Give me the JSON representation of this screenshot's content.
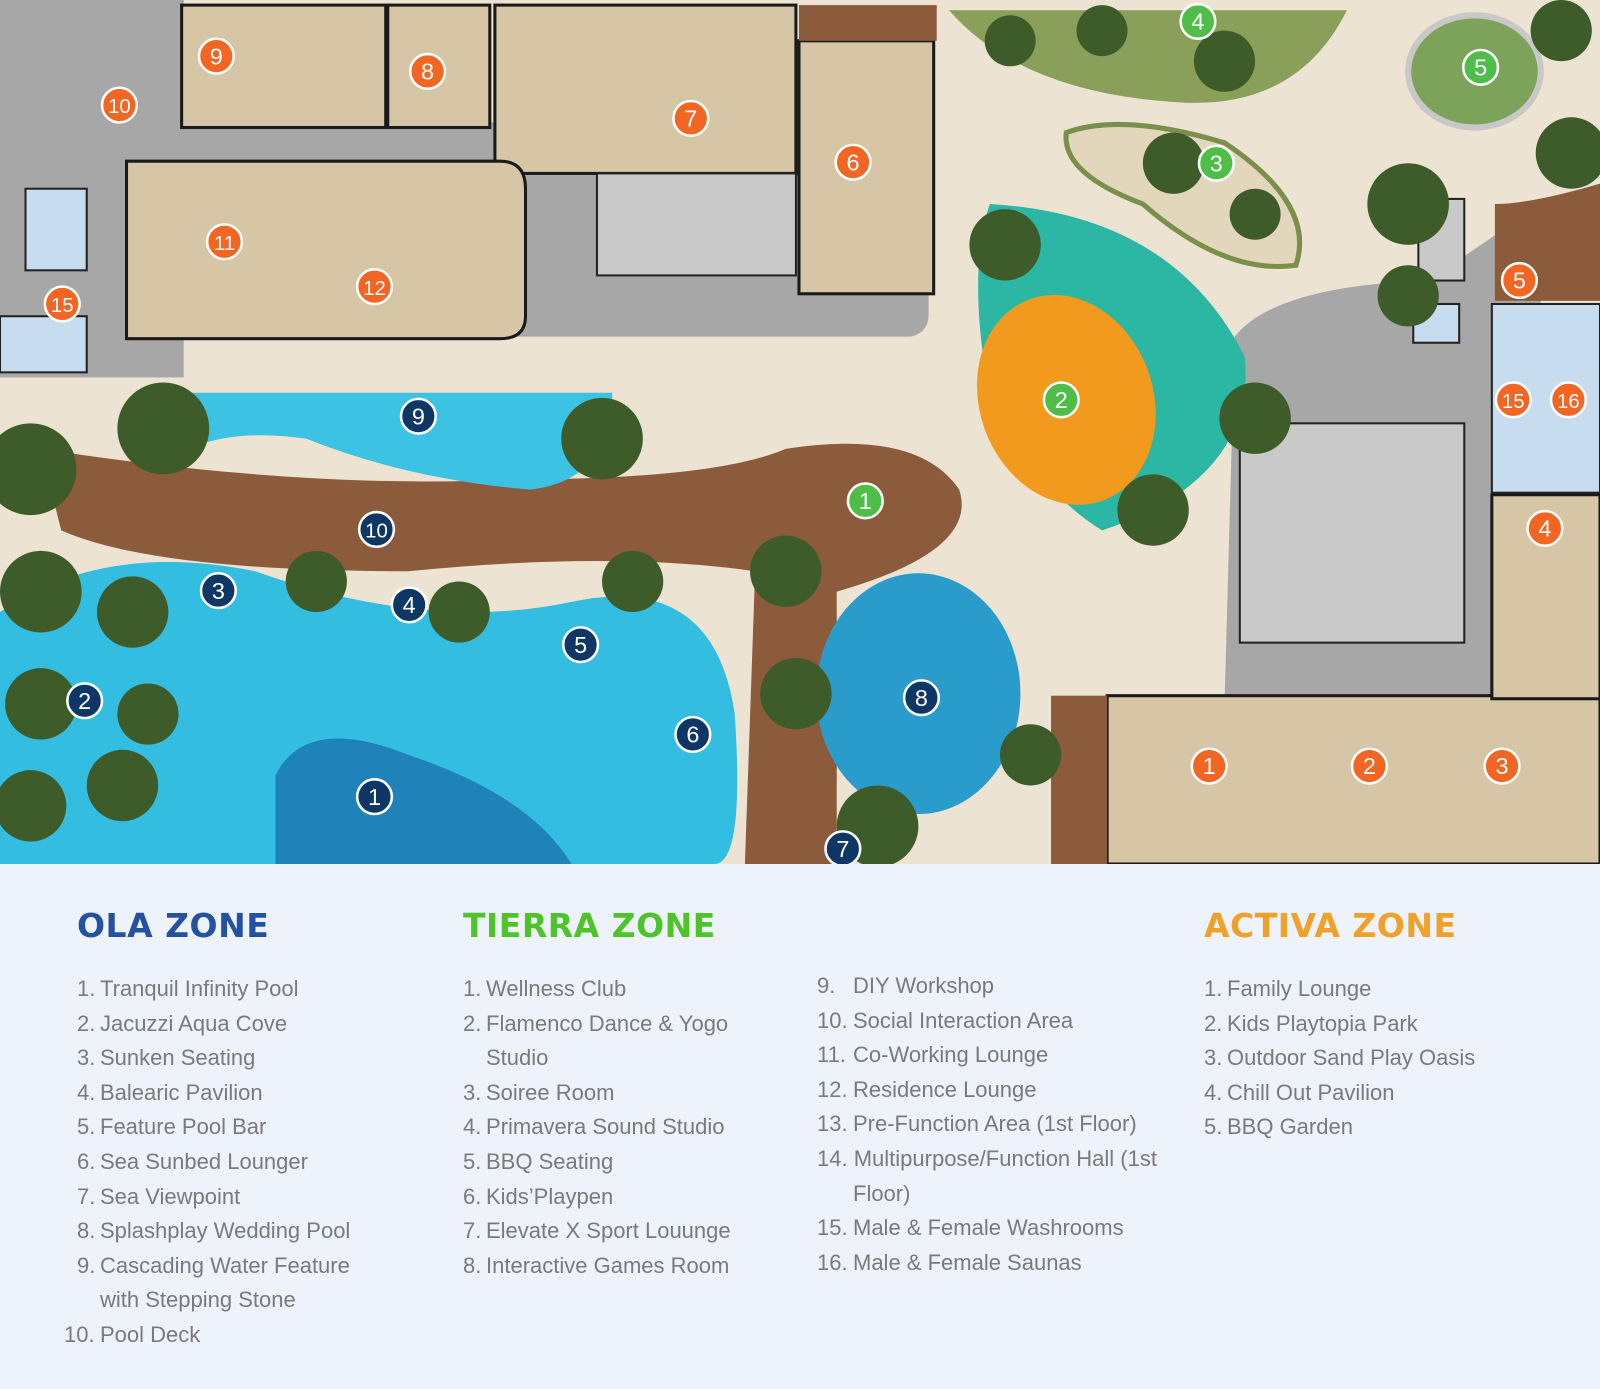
{
  "colors": {
    "ola": "#2451a0",
    "tierra": "#4fc32a",
    "activa": "#f0a12a",
    "marker_orange": "#f26522",
    "marker_green": "#4fbe48",
    "marker_navy": "#0f3766"
  },
  "map": {
    "markers": [
      {
        "group": "orange",
        "label": "9"
      },
      {
        "group": "orange",
        "label": "8"
      },
      {
        "group": "orange",
        "label": "7"
      },
      {
        "group": "orange",
        "label": "6"
      },
      {
        "group": "orange",
        "label": "10"
      },
      {
        "group": "orange",
        "label": "11"
      },
      {
        "group": "orange",
        "label": "12"
      },
      {
        "group": "orange",
        "label": "15"
      },
      {
        "group": "orange",
        "label": "5"
      },
      {
        "group": "orange",
        "label": "15"
      },
      {
        "group": "orange",
        "label": "16"
      },
      {
        "group": "orange",
        "label": "4"
      },
      {
        "group": "orange",
        "label": "1"
      },
      {
        "group": "orange",
        "label": "2"
      },
      {
        "group": "orange",
        "label": "3"
      },
      {
        "group": "green",
        "label": "4"
      },
      {
        "group": "green",
        "label": "5"
      },
      {
        "group": "green",
        "label": "3"
      },
      {
        "group": "green",
        "label": "2"
      },
      {
        "group": "green",
        "label": "1"
      },
      {
        "group": "navy",
        "label": "9"
      },
      {
        "group": "navy",
        "label": "10"
      },
      {
        "group": "navy",
        "label": "3"
      },
      {
        "group": "navy",
        "label": "4"
      },
      {
        "group": "navy",
        "label": "5"
      },
      {
        "group": "navy",
        "label": "2"
      },
      {
        "group": "navy",
        "label": "6"
      },
      {
        "group": "navy",
        "label": "1"
      },
      {
        "group": "navy",
        "label": "8"
      },
      {
        "group": "navy",
        "label": "7"
      }
    ]
  },
  "legend": {
    "ola": {
      "title": "OLA ZONE",
      "items": [
        {
          "num": "1.",
          "text": "Tranquil Infinity Pool"
        },
        {
          "num": "2.",
          "text": "Jacuzzi Aqua Cove"
        },
        {
          "num": "3.",
          "text": "Sunken Seating"
        },
        {
          "num": "4.",
          "text": "Balearic Pavilion"
        },
        {
          "num": "5.",
          "text": "Feature Pool Bar"
        },
        {
          "num": "6.",
          "text": "Sea Sunbed Lounger"
        },
        {
          "num": "7.",
          "text": "Sea Viewpoint"
        },
        {
          "num": "8.",
          "text": "Splashplay Wedding Pool"
        },
        {
          "num": "9.",
          "text": "Cascading Water Feature with Stepping Stone"
        },
        {
          "num": "10.",
          "text": "Pool Deck"
        }
      ]
    },
    "tierra": {
      "title": "TIERRA ZONE",
      "items": [
        {
          "num": "1.",
          "text": "Wellness Club"
        },
        {
          "num": "2.",
          "text": "Flamenco Dance & Yogo Studio"
        },
        {
          "num": "3.",
          "text": "Soiree Room"
        },
        {
          "num": "4.",
          "text": "Primavera Sound Studio"
        },
        {
          "num": "5.",
          "text": "BBQ Seating"
        },
        {
          "num": "6.",
          "text": "Kids’Playpen"
        },
        {
          "num": "7.",
          "text": "Elevate X Sport Louunge"
        },
        {
          "num": "8.",
          "text": "Interactive Games Room"
        },
        {
          "num": "9.",
          "text": "DIY Workshop"
        },
        {
          "num": "10.",
          "text": "Social Interaction Area"
        },
        {
          "num": "11.",
          "text": "Co-Working Lounge"
        },
        {
          "num": "12.",
          "text": "Residence Lounge"
        },
        {
          "num": "13.",
          "text": "Pre-Function Area (1st Floor)"
        },
        {
          "num": "14.",
          "text": "Multipurpose/Function Hall (1st Floor)"
        },
        {
          "num": "15.",
          "text": "Male & Female Washrooms"
        },
        {
          "num": "16.",
          "text": "Male & Female Saunas"
        }
      ]
    },
    "activa": {
      "title": "ACTIVA ZONE",
      "items": [
        {
          "num": "1.",
          "text": "Family Lounge"
        },
        {
          "num": "2.",
          "text": "Kids Playtopia Park"
        },
        {
          "num": "3.",
          "text": "Outdoor Sand Play Oasis"
        },
        {
          "num": "4.",
          "text": "Chill Out Pavilion"
        },
        {
          "num": "5.",
          "text": "BBQ Garden"
        }
      ]
    }
  }
}
